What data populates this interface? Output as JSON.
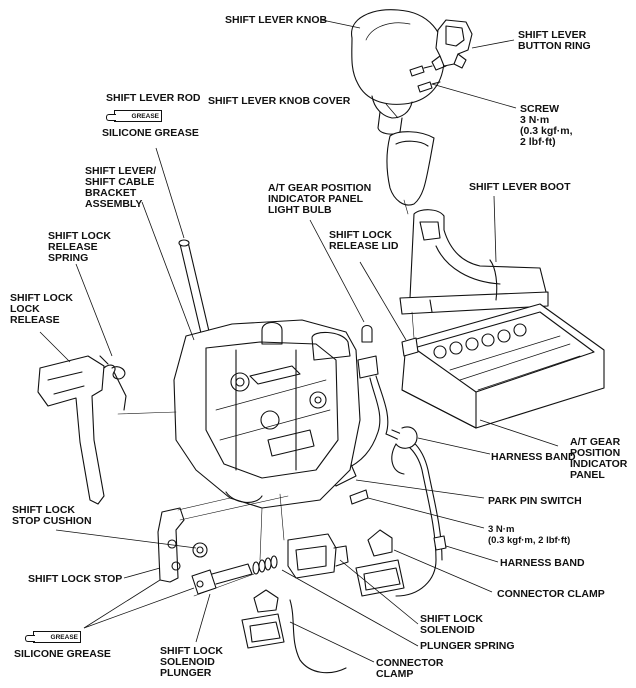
{
  "labels": {
    "shift_lever_knob": "SHIFT LEVER KNOB",
    "shift_lever_button_ring": [
      "SHIFT LEVER",
      "BUTTON RING"
    ],
    "shift_lever_rod": "SHIFT LEVER ROD",
    "shift_lever_knob_cover": "SHIFT LEVER KNOB COVER",
    "silicone_grease_top": "SILICONE GREASE",
    "screw": [
      "SCREW",
      "3 N·m",
      "(0.3 kgf·m,",
      "2 lbf·ft)"
    ],
    "shift_lever_bracket": [
      "SHIFT LEVER/",
      "SHIFT CABLE",
      "BRACKET",
      "ASSEMBLY"
    ],
    "at_light_bulb": [
      "A/T GEAR POSITION",
      "INDICATOR PANEL",
      "LIGHT BULB"
    ],
    "shift_lever_boot": "SHIFT LEVER BOOT",
    "shift_lock_release_spring": [
      "SHIFT LOCK",
      "RELEASE",
      "SPRING"
    ],
    "shift_lock_release_lid": [
      "SHIFT LOCK",
      "RELEASE LID"
    ],
    "shift_lock_lock_release": [
      "SHIFT LOCK",
      "LOCK",
      "RELEASE"
    ],
    "at_indicator_panel": [
      "A/T GEAR",
      "POSITION",
      "INDICATOR",
      "PANEL"
    ],
    "harness_band_1": "HARNESS BAND",
    "park_pin_switch": "PARK PIN SWITCH",
    "shift_lock_stop_cushion": [
      "SHIFT LOCK",
      "STOP CUSHION"
    ],
    "torque_small": [
      "3 N·m",
      "(0.3 kgf·m, 2 lbf·ft)"
    ],
    "harness_band_2": "HARNESS BAND",
    "shift_lock_stop": "SHIFT LOCK STOP",
    "connector_clamp_1": "CONNECTOR CLAMP",
    "shift_lock_solenoid": [
      "SHIFT LOCK",
      "SOLENOID"
    ],
    "plunger_spring": "PLUNGER SPRING",
    "silicone_grease_bottom": "SILICONE GREASE",
    "shift_lock_solenoid_plunger": [
      "SHIFT LOCK",
      "SOLENOID",
      "PLUNGER"
    ],
    "connector_clamp_2": [
      "CONNECTOR",
      "CLAMP"
    ],
    "grease_tube_text": "GREASE"
  }
}
